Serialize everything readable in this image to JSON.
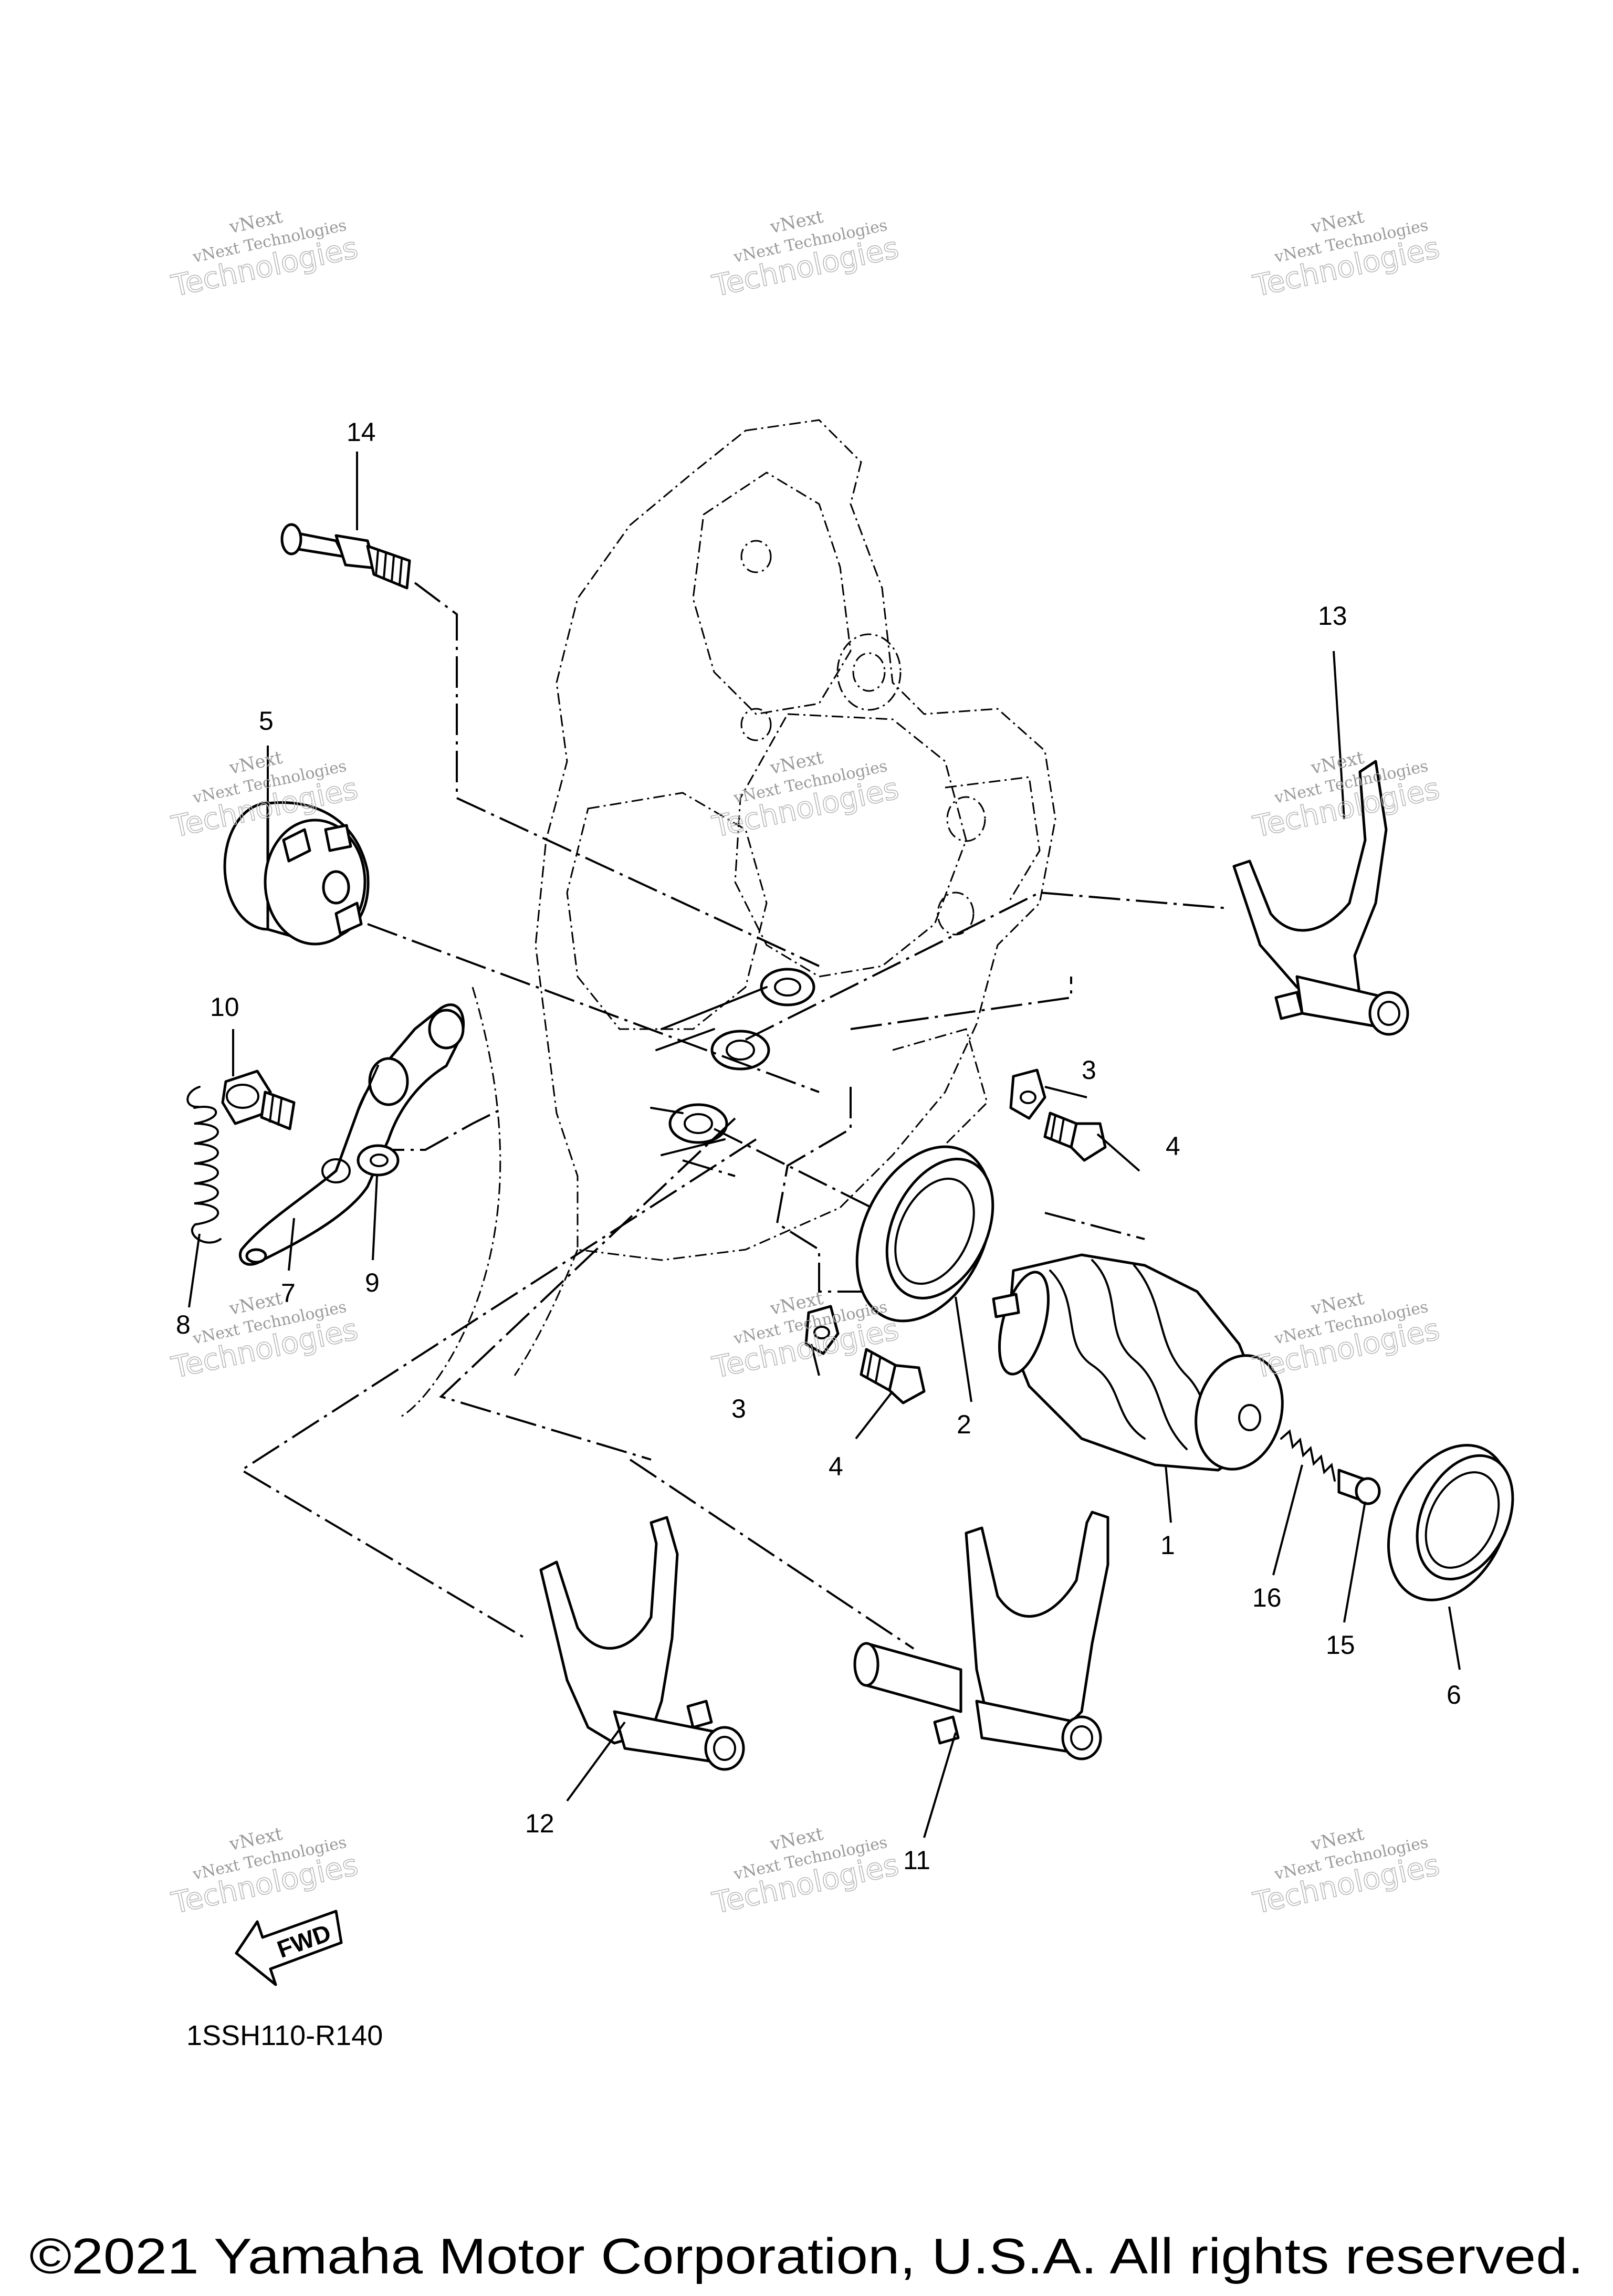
{
  "callouts": [
    {
      "id": "1",
      "text": "1"
    },
    {
      "id": "2",
      "text": "2"
    },
    {
      "id": "3a",
      "text": "3"
    },
    {
      "id": "3b",
      "text": "3"
    },
    {
      "id": "4a",
      "text": "4"
    },
    {
      "id": "4b",
      "text": "4"
    },
    {
      "id": "5",
      "text": "5"
    },
    {
      "id": "6",
      "text": "6"
    },
    {
      "id": "7",
      "text": "7"
    },
    {
      "id": "8",
      "text": "8"
    },
    {
      "id": "9",
      "text": "9"
    },
    {
      "id": "10",
      "text": "10"
    },
    {
      "id": "11",
      "text": "11"
    },
    {
      "id": "12",
      "text": "12"
    },
    {
      "id": "13",
      "text": "13"
    },
    {
      "id": "14",
      "text": "14"
    },
    {
      "id": "15",
      "text": "15"
    },
    {
      "id": "16",
      "text": "16"
    }
  ],
  "watermark": {
    "line1": "vNext",
    "line2": "vNext Technologies",
    "line3": "Technologies"
  },
  "fwd_label": "FWD",
  "diagram_code": "1SSH110-R140",
  "copyright": "©2021 Yamaha Motor Corporation, U.S.A. All rights reserved."
}
